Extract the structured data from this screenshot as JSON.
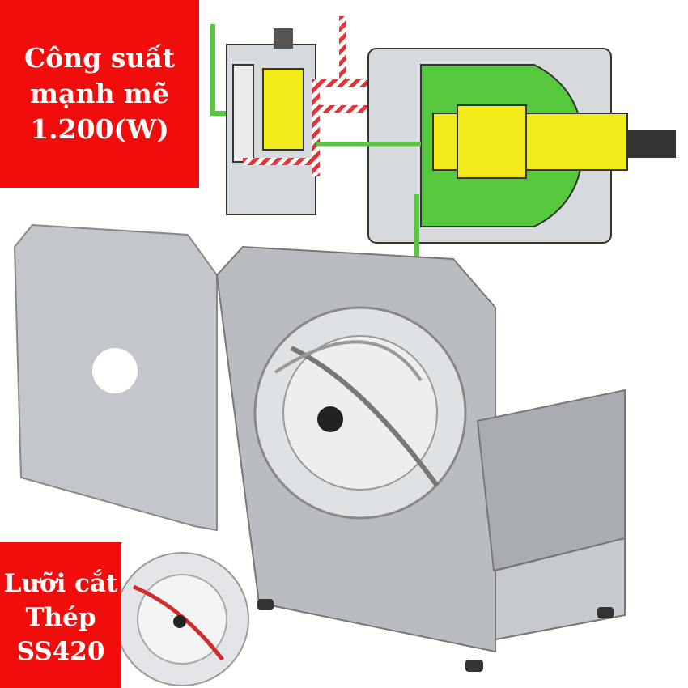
{
  "power_badge": {
    "line1": "Công suất",
    "line2": "mạnh mẽ",
    "line3": "1.200(W)"
  },
  "blade_badge": {
    "line1": "Lưỡi cắt",
    "line2": "Thép",
    "line3": "SS420"
  },
  "colors": {
    "badge_red": "#f20d0d",
    "hydraulic_green": "#55c83c",
    "hydraulic_yellow": "#f2ea1a",
    "steel": "#c9ccd0"
  }
}
